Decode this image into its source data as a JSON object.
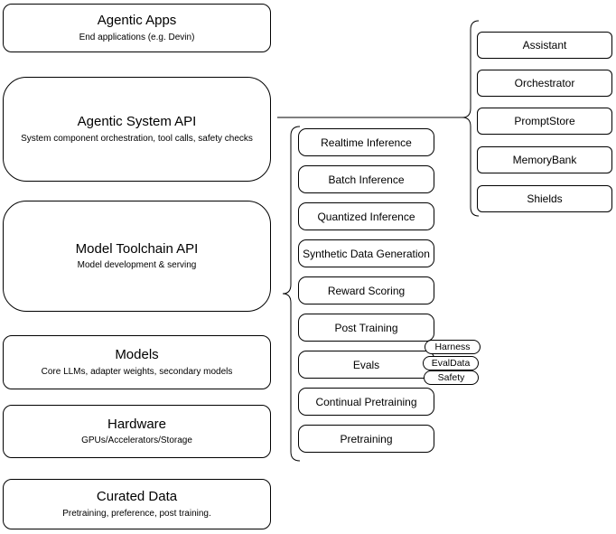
{
  "diagram": {
    "background": "#ffffff",
    "stroke_color": "#000000",
    "stack": [
      {
        "title": "Agentic Apps",
        "subtitle": "End applications (e.g. Devin)"
      },
      {
        "title": "Agentic System API",
        "subtitle": "System component orchestration, tool calls, safety checks"
      },
      {
        "title": "Model Toolchain API",
        "subtitle": "Model development & serving"
      },
      {
        "title": "Models",
        "subtitle": "Core LLMs, adapter weights, secondary models"
      },
      {
        "title": "Hardware",
        "subtitle": "GPUs/Accelerators/Storage"
      },
      {
        "title": "Curated Data",
        "subtitle": "Pretraining, preference, post training."
      }
    ],
    "toolchain_items": [
      {
        "label": "Realtime Inference"
      },
      {
        "label": "Batch Inference"
      },
      {
        "label": "Quantized Inference"
      },
      {
        "label": "Synthetic Data Generation"
      },
      {
        "label": "Reward Scoring"
      },
      {
        "label": "Post Training"
      },
      {
        "label": "Evals"
      },
      {
        "label": "Continual Pretraining"
      },
      {
        "label": "Pretraining"
      }
    ],
    "eval_tags": [
      {
        "label": "Harness"
      },
      {
        "label": "EvalData"
      },
      {
        "label": "Safety"
      }
    ],
    "system_items": [
      {
        "label": "Assistant"
      },
      {
        "label": "Orchestrator"
      },
      {
        "label": "PromptStore"
      },
      {
        "label": "MemoryBank"
      },
      {
        "label": "Shields"
      }
    ]
  }
}
